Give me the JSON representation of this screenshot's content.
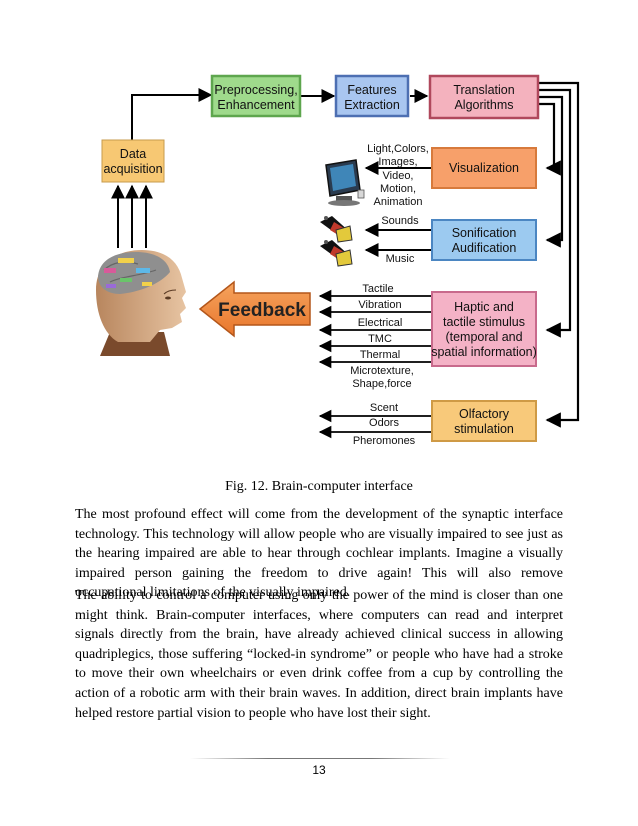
{
  "figure": {
    "boxes": {
      "data_acquisition": [
        "Data",
        "acquisition"
      ],
      "preprocessing": [
        "Preprocessing,",
        "Enhancement"
      ],
      "features": [
        "Features",
        "Extraction"
      ],
      "translation": [
        "Translation",
        "Algorithms"
      ],
      "visualization": [
        "Visualization"
      ],
      "sonification": [
        "Sonification",
        "Audification"
      ],
      "haptic": [
        "Haptic and",
        "tactile stimulus",
        "(temporal and",
        "spatial information)"
      ],
      "olfactory": [
        "Olfactory",
        "stimulation"
      ]
    },
    "visual_outputs": [
      "Light,Colors,",
      "Images,",
      "Video,",
      "Motion,",
      "Animation"
    ],
    "sound_outputs": [
      "Sounds",
      "Music"
    ],
    "haptic_outputs": [
      "Tactile",
      "Vibration",
      "Electrical",
      "TMC",
      "Thermal",
      "Microtexture,",
      "Shape,force"
    ],
    "olfactory_outputs": [
      "Scent",
      "Odors",
      "Pheromones"
    ],
    "feedback_label": "Feedback",
    "colors": {
      "data_acquisition": "#f7c873",
      "preprocessing": "#9fda8c",
      "features": "#a9c6f0",
      "translation": "#f4b2be",
      "visualization": "#f7a06a",
      "sonification": "#9ccaf0",
      "haptic": "#f4b2c6",
      "olfactory": "#f8c97a",
      "feedback_arrow": "#f08a3c"
    }
  },
  "caption": "Fig. 12. Brain-computer interface",
  "paragraphs": [
    "The most profound effect will come from the development of the synaptic interface technology. This technology will allow people who are visually impaired to see just as the hearing impaired are able to hear through cochlear implants. Imagine a visually impaired person gaining the freedom to drive again! This will also remove occupational limitations of the visually impaired.",
    "The ability to control a computer using only the power of the mind is closer than one might think. Brain-computer interfaces, where computers can read and interpret signals directly from the brain, have already achieved clinical success in allowing quadriplegics, those suffering “locked-in syndrome” or people who have had a stroke to move their own wheelchairs or even drink coffee from a cup by controlling the action of a robotic arm with their brain waves. In addition, direct brain implants have helped restore partial vision to people who have lost their sight."
  ],
  "page_number": "13"
}
